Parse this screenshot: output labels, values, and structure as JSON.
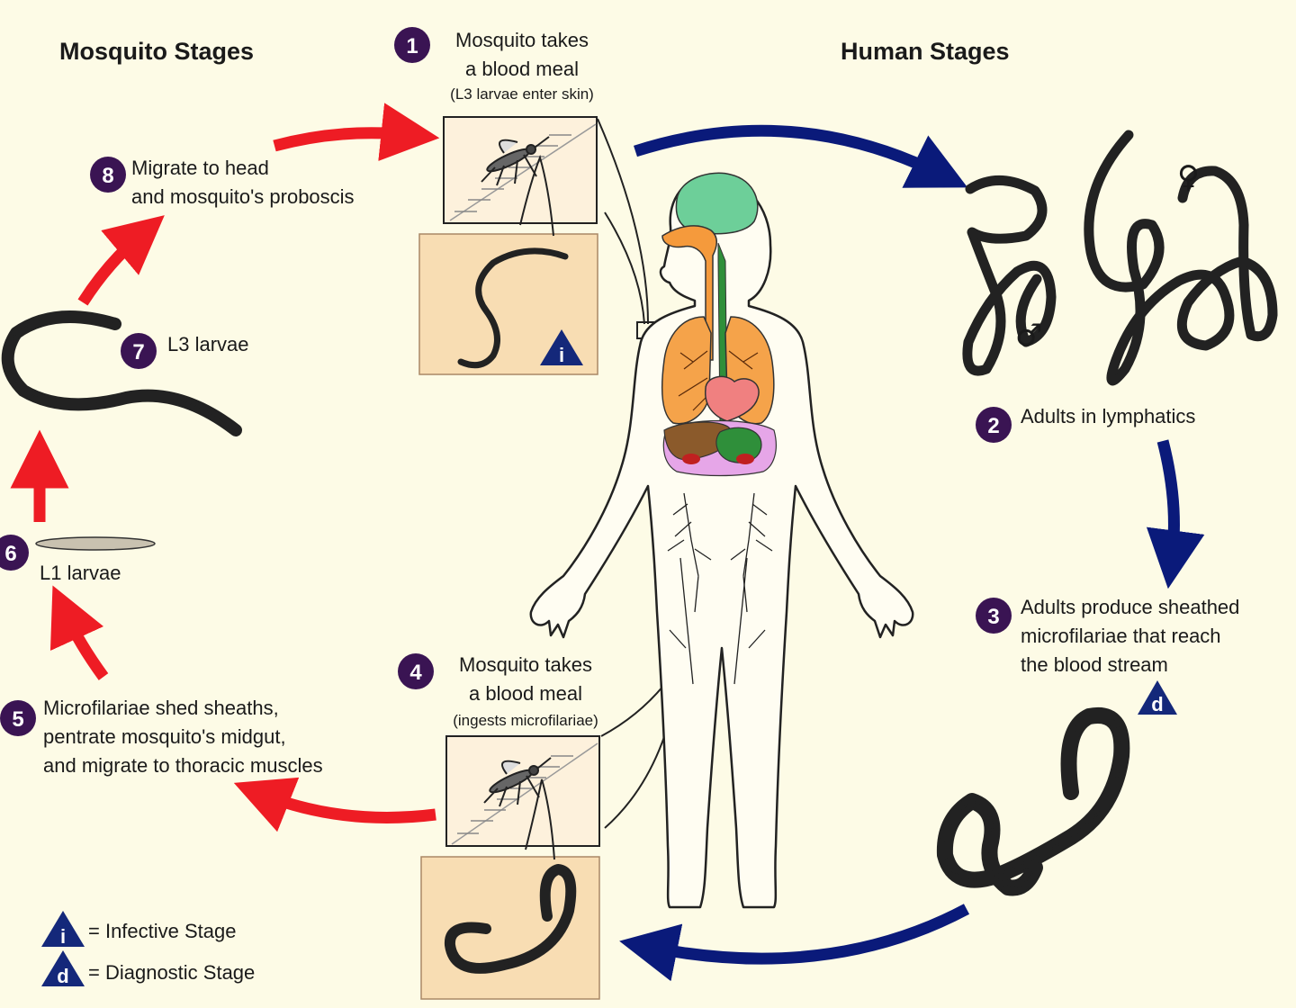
{
  "headers": {
    "mosquito": "Mosquito Stages",
    "human": "Human Stages"
  },
  "steps": [
    {
      "num": "1",
      "lines": [
        "Mosquito takes",
        "a blood meal"
      ],
      "note": "(L3 larvae enter skin)"
    },
    {
      "num": "2",
      "lines": [
        "Adults in lymphatics"
      ]
    },
    {
      "num": "3",
      "lines": [
        "Adults produce sheathed",
        "microfilariae that reach",
        "the blood stream"
      ]
    },
    {
      "num": "4",
      "lines": [
        "Mosquito takes",
        "a blood meal"
      ],
      "note": "(ingests microfilariae)"
    },
    {
      "num": "5",
      "lines": [
        "Microfilariae shed sheaths,",
        "pentrate mosquito's midgut,",
        "and migrate to thoracic muscles"
      ]
    },
    {
      "num": "6",
      "lines": [
        "L1 larvae"
      ]
    },
    {
      "num": "7",
      "lines": [
        "L3 larvae"
      ]
    },
    {
      "num": "8",
      "lines": [
        "Migrate to head",
        "and mosquito's proboscis"
      ]
    }
  ],
  "markers": {
    "infective": "i",
    "diagnostic": "d"
  },
  "legend": {
    "infective": "= Infective Stage",
    "diagnostic": "= Diagnostic Stage"
  },
  "symbols": {
    "male": "♂",
    "female": "♀"
  },
  "colors": {
    "mosquito_arrow": "#ee1c24",
    "human_arrow": "#0a1a7a",
    "step_circle": "#3a1453",
    "marker_triangle": "#14287a",
    "background": "#fdfbe6",
    "inset_panel": "#f8ddb3"
  }
}
